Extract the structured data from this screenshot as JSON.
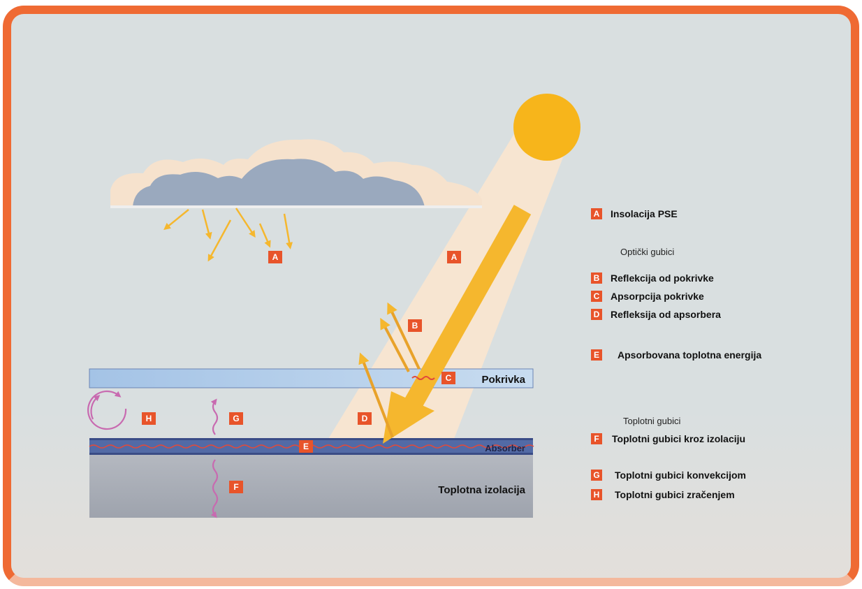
{
  "colors": {
    "frame": "#ef6a33",
    "background": "#d9dfe0",
    "sun": "#f7b51b",
    "arrow": "#f5b72e",
    "badge": "#e8542a",
    "cover": "#a9c6e6",
    "absorber": "#3a4c86",
    "insulation": "#a8adb6",
    "loss_arrow": "#c86ab0"
  },
  "diagram": {
    "cover_label": "Pokrivka",
    "absorber_label": "Absorber",
    "insulation_label": "Toplotna izolacija",
    "badges": {
      "cloud_A": "A",
      "beam_A": "A",
      "B": "B",
      "C": "C",
      "D": "D",
      "E": "E",
      "F": "F",
      "G": "G",
      "H": "H"
    }
  },
  "legend": {
    "item_A": {
      "letter": "A",
      "label": "Insolacija PSE"
    },
    "optical_heading": "Optički gubici",
    "item_B": {
      "letter": "B",
      "label": "Reflekcija od pokrivke"
    },
    "item_C": {
      "letter": "C",
      "label": "Apsorpcija pokrivke"
    },
    "item_D": {
      "letter": "D",
      "label": "Refleksija od apsorbera"
    },
    "item_E": {
      "letter": "E",
      "label": "Apsorbovana toplotna energija"
    },
    "thermal_heading": "Toplotni gubici",
    "item_F": {
      "letter": "F",
      "label": "Toplotni gubici kroz izolaciju"
    },
    "item_G": {
      "letter": "G",
      "label": "Toplotni gubici konvekcijom"
    },
    "item_H": {
      "letter": "H",
      "label": "Toplotni gubici zračenjem"
    }
  }
}
